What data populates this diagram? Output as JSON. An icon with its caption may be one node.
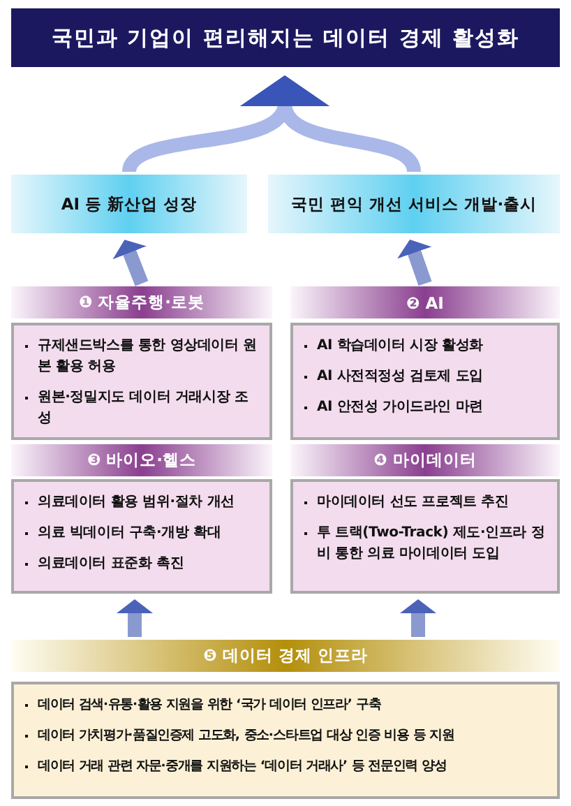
{
  "diagram": {
    "nodes": [
      {
        "text": [
          "국민과 기업이 편리해지는 데이터 경제 활성화"
        ]
      },
      {
        "text": [
          "AI 등 新산업 성장"
        ]
      },
      {
        "text": [
          "국민 편익 개선 서비스 개발·출시"
        ]
      },
      {
        "text": [
          "❶ 자율주행·로봇",
          "규제샌드박스를 통한 **영상데이터 원본 활용** 허용",
          "**원본·정밀지도 데이터 거래시장** 조성"
        ]
      },
      {
        "text": [
          "❷ AI",
          "**AI 학습데이터 시장** 활성화",
          "AI **사전적정성 검토제** 도입",
          "AI **안전성 가이드라인** 마련"
        ]
      },
      {
        "text": [
          "❸ 바이오·헬스",
          "의료데이터 **활용 범위·절차 개선**",
          "의료 빅데이터 **구축·개방 확대**",
          "**의료데이터 표준화** 촉진"
        ]
      },
      {
        "text": [
          "❹ 마이데이터",
          "**마이데이터 선도 프로젝트** 추진",
          "투 트랙(Two-Track) 제도·인프라 정비 통한 **의료 마이데이터** 도입"
        ]
      },
      {
        "text": [
          "❺ 데이터 경제 인프라",
          "데이터 검색·유통·활용 지원을 위한 **‘국가 데이터 인프라’** 구축",
          "데이터 **가치평가·품질인증제** 고도화, 중소·스타트업 대상 **인증 비용** 등 지원",
          "데이터 거래 관련 자문·중개를 지원하는 **‘데이터 거래사’** 등 **전문인력 양성**"
        ]
      }
    ],
    "edges": [
      {
        "from": 1,
        "to": 0,
        "arrow": "to"
      },
      {
        "from": 2,
        "to": 0,
        "arrow": "to"
      },
      {
        "from": 3,
        "to": 1,
        "arrow": "to"
      },
      {
        "from": 4,
        "to": 2,
        "arrow": "to"
      },
      {
        "from": 7,
        "to": 5,
        "arrow": "to"
      },
      {
        "from": 7,
        "to": 6,
        "arrow": "to"
      }
    ]
  }
}
